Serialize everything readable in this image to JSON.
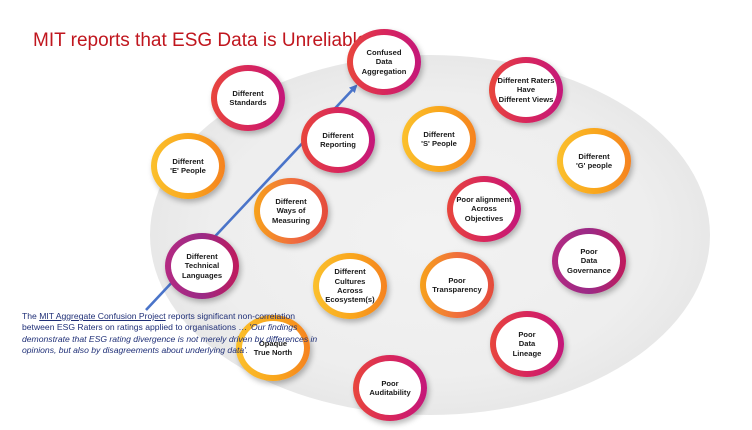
{
  "title": "MIT reports that ESG Data is Unreliable",
  "nodes": [
    {
      "id": "confused",
      "label": "Confused\nData\nAggregation"
    },
    {
      "id": "raters",
      "label": "Different Raters\nHave\nDifferent Views"
    },
    {
      "id": "standards",
      "label": "Different\nStandards"
    },
    {
      "id": "reporting",
      "label": "Different\nReporting"
    },
    {
      "id": "s-people",
      "label": "Different\n'S' People"
    },
    {
      "id": "e-people",
      "label": "Different\n'E' People"
    },
    {
      "id": "g-people",
      "label": "Different\n'G' people"
    },
    {
      "id": "measuring",
      "label": "Different\nWays of\nMeasuring"
    },
    {
      "id": "alignment",
      "label": "Poor alignment\nAcross\nObjectives"
    },
    {
      "id": "technical",
      "label": "Different\nTechnical\nLanguages"
    },
    {
      "id": "cultures",
      "label": "Different\nCultures Across\nEcosystem(s)"
    },
    {
      "id": "transparency",
      "label": "Poor\nTransparency"
    },
    {
      "id": "governance",
      "label": "Poor\nData\nGovernance"
    },
    {
      "id": "true-north",
      "label": "Opaque\nTrue North"
    },
    {
      "id": "lineage",
      "label": "Poor\nData\nLineage"
    },
    {
      "id": "auditability",
      "label": "Poor\nAuditability"
    }
  ],
  "caption": {
    "intro": "The ",
    "link_text": "MIT Aggregate Confusion Project",
    "body": " reports significant non-correlation between ESG Raters on ratings applied to organisations … ",
    "quote": "'Our findings demonstrate that ESG rating divergence is not merely driven by differences in opinions, but also by disagreements about underlying data'."
  },
  "colors": {
    "title": "#c0161e",
    "caption": "#1f2f77",
    "arrow": "#4a74c9"
  }
}
